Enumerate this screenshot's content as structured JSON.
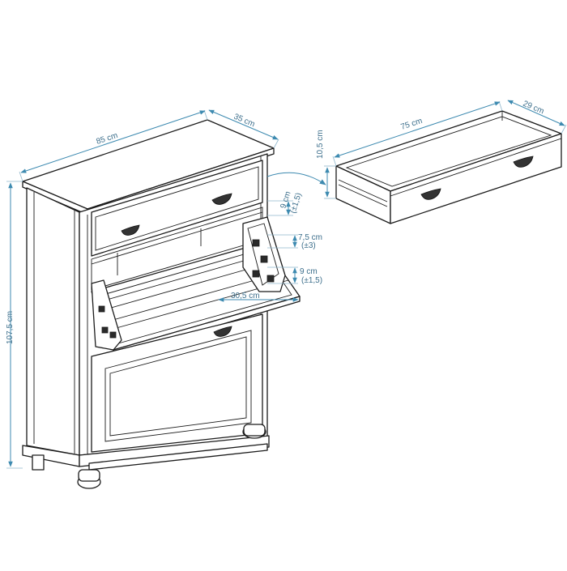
{
  "dimensions": {
    "cabinet_width": "85 cm",
    "cabinet_depth": "35 cm",
    "cabinet_height": "107,5 cm",
    "flap_depth": "30,5 cm",
    "shelf_gap_top": "9 cm",
    "shelf_gap_top_tolerance": "(±1,5)",
    "shelf_gap_mid": "7,5 cm",
    "shelf_gap_mid_tolerance": "(±3)",
    "shelf_gap_bottom": "9 cm",
    "shelf_gap_bottom_tolerance": "(±1,5)",
    "drawer_width": "75 cm",
    "drawer_depth": "29 cm",
    "drawer_height": "10,5 cm"
  },
  "colors": {
    "dimension": "#3d8ab0",
    "outline": "#1b1b1b"
  }
}
